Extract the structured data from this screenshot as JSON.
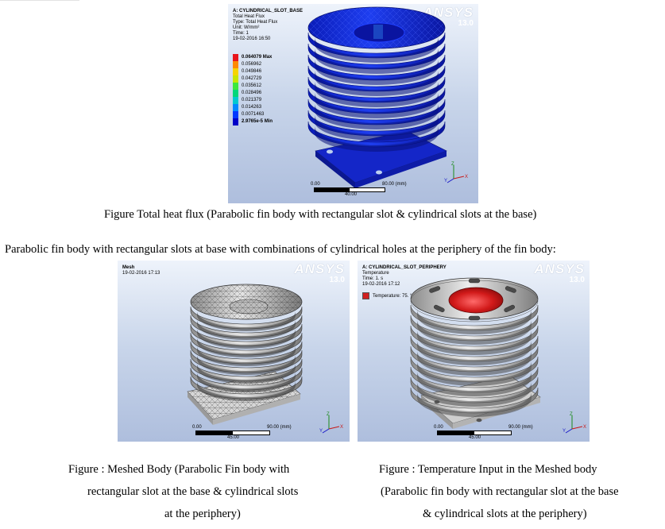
{
  "figure_top": {
    "title": "A: CYLINDRICAL_SLOT_BASE",
    "info": [
      "Total Heat Flux",
      "Type: Total Heat Flux",
      "Unit: W/mm²",
      "Time: 1",
      "19-02-2016 16:50"
    ],
    "legend": [
      {
        "label": "0.064079 Max",
        "color": "#e8141b"
      },
      {
        "label": "0.056962",
        "color": "#ff8a00"
      },
      {
        "label": "0.049846",
        "color": "#f6d400"
      },
      {
        "label": "0.042729",
        "color": "#c8e600"
      },
      {
        "label": "0.035612",
        "color": "#3ee83c"
      },
      {
        "label": "0.028496",
        "color": "#00d77a"
      },
      {
        "label": "0.021379",
        "color": "#00c9d0"
      },
      {
        "label": "0.014263",
        "color": "#0089ff"
      },
      {
        "label": "0.0071463",
        "color": "#0038ff"
      },
      {
        "label": "2.9765e-5 Min",
        "color": "#0000c8"
      }
    ],
    "scale": {
      "left": "0.00",
      "right": "80.00 (mm)",
      "mid": "40.00"
    }
  },
  "caption_top": "Figure Total heat flux (Parabolic fin body with rectangular slot & cylindrical slots at the base)",
  "paragraph": "Parabolic fin body with rectangular slots at base with combinations of cylindrical holes at the periphery of the fin body:",
  "figure_left": {
    "title": "Mesh",
    "info": [
      "19-02-2016 17:13"
    ],
    "scale": {
      "left": "0.00",
      "right": "90.00 (mm)",
      "mid": "45.00"
    }
  },
  "figure_right": {
    "title": "A: CYLINDRICAL_SLOT_PERIPHERY",
    "info": [
      "Temperature",
      "Time: 1. s",
      "19-02-2016 17:12"
    ],
    "legend_label": "Temperature: 75. °C",
    "scale": {
      "left": "0.00",
      "right": "90.00 (mm)",
      "mid": "45.00"
    }
  },
  "ansys": {
    "brand": "ANSYS",
    "version": "13.0"
  },
  "axes": {
    "x": "X",
    "y": "Y",
    "z": "Z"
  },
  "caption_left": [
    "Figure : Meshed Body (Parabolic Fin body with",
    "rectangular slot at the base & cylindrical slots",
    "at the periphery)"
  ],
  "caption_right": [
    "Figure : Temperature Input in the Meshed body",
    "(Parabolic fin body with rectangular slot at the base",
    "& cylindrical slots at the periphery)"
  ]
}
